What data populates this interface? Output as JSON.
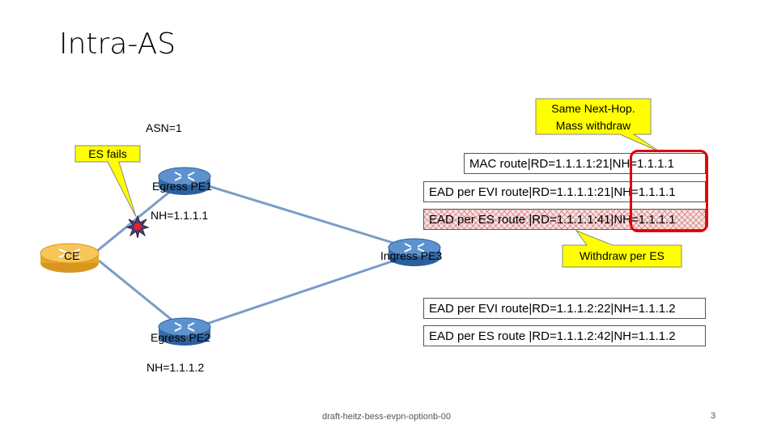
{
  "slide": {
    "title": "Intra-AS",
    "asn_label": "ASN=1",
    "footer": "draft-heitz-bess-evpn-optionb-00",
    "page_number": "3"
  },
  "nodes": {
    "ce": "CE",
    "pe1": "Egress PE1",
    "pe1_nh": "NH=1.1.1.1",
    "pe2": "Egress PE2",
    "pe2_nh": "NH=1.1.1.2",
    "pe3": "Ingress PE3"
  },
  "callouts": {
    "es_fails": "ES fails",
    "same_nh_line1": "Same Next-Hop.",
    "same_nh_line2": "Mass withdraw",
    "withdraw": "Withdraw per ES"
  },
  "routes_pe1": [
    "MAC route|RD=1.1.1.1:21|NH=1.1.1.1",
    "EAD per EVI route|RD=1.1.1.1:21|NH=1.1.1.1",
    "EAD per ES route |RD=1.1.1.1:41|NH=1.1.1.1"
  ],
  "routes_pe2": [
    "EAD per EVI route|RD=1.1.1.2:22|NH=1.1.1.2",
    "EAD per ES route |RD=1.1.1.2:42|NH=1.1.1.2"
  ],
  "colors": {
    "link": "#7a9cc6",
    "router_body": "#3d78bd",
    "ce_body": "#f2b43a",
    "callout_fill": "#ffff00",
    "highlight": "#e00000",
    "withdrawn_fill": "#f7e4e4"
  },
  "icons": {
    "router": "router-icon",
    "ce": "ce-router-icon",
    "failure": "failure-burst-icon"
  }
}
